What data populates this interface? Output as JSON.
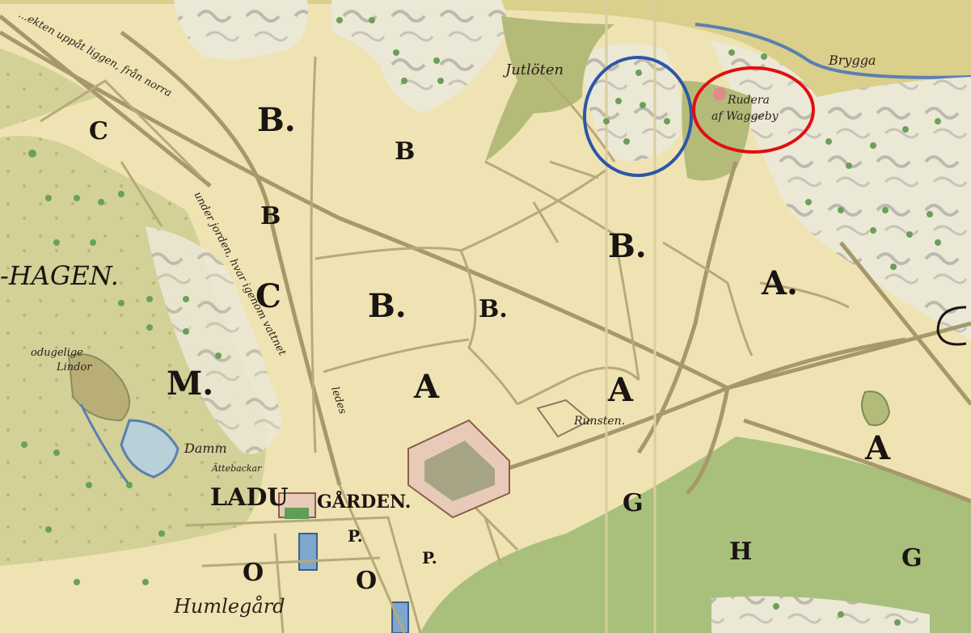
{
  "map": {
    "colors": {
      "field": "#efe3b3",
      "meadow": "#c8c98c",
      "green_pasture": "#a9bf7c",
      "forest": "#ece8d6",
      "water": "#5b7fb0",
      "road": "#b7a96e",
      "marker_blue": "#2c56a8",
      "marker_red": "#e01010"
    },
    "field_labels": [
      {
        "id": "c-top",
        "text": "C"
      },
      {
        "id": "b-1",
        "text": "B."
      },
      {
        "id": "b-2",
        "text": "B"
      },
      {
        "id": "b-3",
        "text": "B"
      },
      {
        "id": "c-mid",
        "text": "C"
      },
      {
        "id": "b-4",
        "text": "B."
      },
      {
        "id": "b-5",
        "text": "B."
      },
      {
        "id": "b-6",
        "text": "B."
      },
      {
        "id": "a-1",
        "text": "A."
      },
      {
        "id": "a-2",
        "text": "A"
      },
      {
        "id": "a-3",
        "text": "A"
      },
      {
        "id": "a-4",
        "text": "A"
      },
      {
        "id": "m",
        "text": "M."
      },
      {
        "id": "g-1",
        "text": "G"
      },
      {
        "id": "g-2",
        "text": "G"
      },
      {
        "id": "h",
        "text": "H"
      },
      {
        "id": "p-1",
        "text": "P."
      },
      {
        "id": "p-2",
        "text": "P."
      },
      {
        "id": "o-1",
        "text": "O"
      },
      {
        "id": "o-2",
        "text": "O"
      }
    ],
    "place_names": {
      "hagen": "-HAGEN.",
      "ladugarden_1": "LADU",
      "ladugarden_2": "GÅRDEN.",
      "humlegard": "Humlegård",
      "jutloten": "Jutlöten",
      "brygga": "Brygga",
      "rudera_1": "Rudera",
      "rudera_2": "af Waggeby",
      "runsten": "Runsten.",
      "damm": "Damm",
      "odugelige_1": "odugelige",
      "odugelige_2": "Lindor",
      "attebackar": "Ättebackar",
      "road_text_1": "...ekten uppåt liggen, från norra",
      "road_text_2": "under jorden, hvar igenom vattnet",
      "road_text_3": "ledes"
    },
    "markers": {
      "blue": {
        "label": "",
        "color": "blue"
      },
      "red": {
        "label": "",
        "color": "red"
      }
    }
  }
}
